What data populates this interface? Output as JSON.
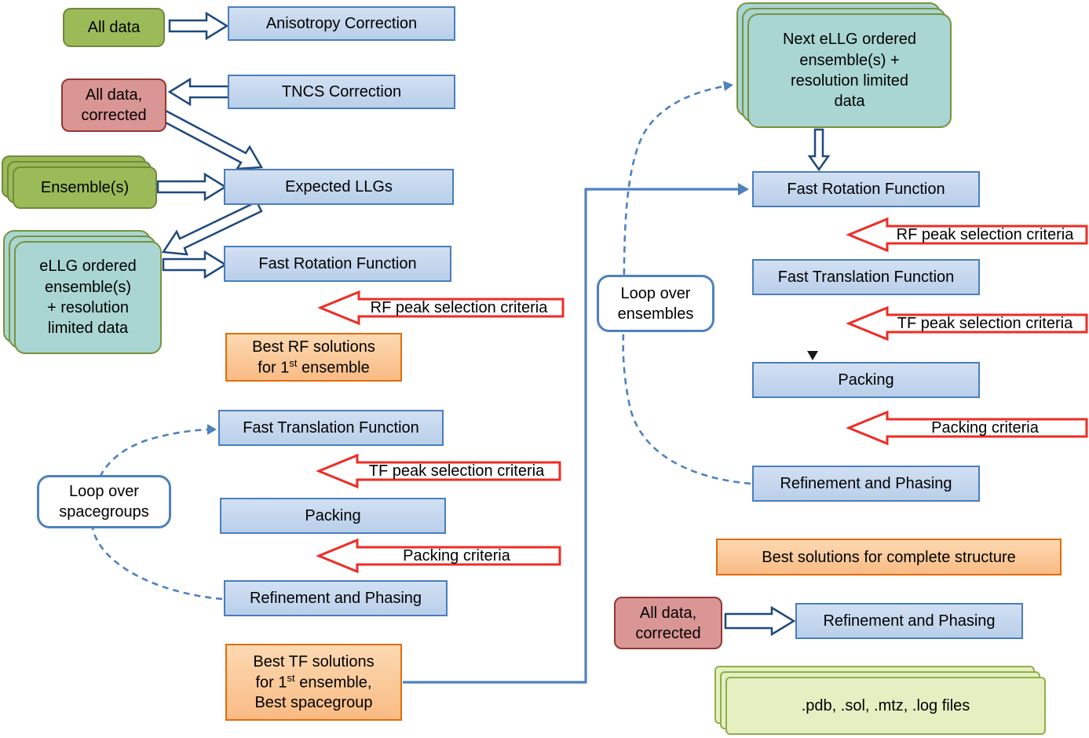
{
  "colors": {
    "process_fill": "#bdd3ee",
    "process_border": "#4a7ebb",
    "data_green": "#9bbb59",
    "data_green_border": "#71893f",
    "data_pink": "#d99694",
    "ensemble_teal": "#a9d6d3",
    "result_orange": "#fac090",
    "result_orange_border": "#e36c0a",
    "criteria_red": "#ee2c24",
    "connector_blue": "#4f81bd",
    "block_arrow_border": "#1f497d",
    "file_green": "#e6efc2"
  },
  "left": {
    "all_data": "All data",
    "anisotropy_correction": "Anisotropy Correction",
    "tncs_correction": "TNCS Correction",
    "all_data_corrected_l1": "All data,",
    "all_data_corrected_l2": "corrected",
    "ensembles": "Ensemble(s)",
    "expected_llgs": "Expected LLGs",
    "ellg_l1": "eLLG ordered",
    "ellg_l2": "ensemble(s)",
    "ellg_l3": "+ resolution",
    "ellg_l4": "limited data",
    "fast_rotation": "Fast Rotation Function",
    "rf_criteria": "RF peak selection criteria",
    "best_rf_l1": "Best RF solutions",
    "best_rf_l2a": "for 1",
    "best_rf_sup": "st",
    "best_rf_l2b": " ensemble",
    "fast_translation": "Fast Translation Function",
    "tf_criteria": "TF peak selection criteria",
    "loop_l1": "Loop over",
    "loop_l2": "spacegroups",
    "packing": "Packing",
    "packing_criteria": "Packing criteria",
    "refinement": "Refinement and Phasing",
    "best_tf_l1": "Best TF solutions",
    "best_tf_l2a": "for 1",
    "best_tf_sup": "st",
    "best_tf_l2b": " ensemble,",
    "best_tf_l3": "Best spacegroup"
  },
  "right": {
    "next_ellg_l1": "Next eLLG ordered",
    "next_ellg_l2": "ensemble(s) +",
    "next_ellg_l3": "resolution limited",
    "next_ellg_l4": "data",
    "fast_rotation": "Fast Rotation Function",
    "rf_criteria": "RF peak selection criteria",
    "fast_translation": "Fast Translation Function",
    "tf_criteria": "TF peak selection criteria",
    "loop_l1": "Loop over",
    "loop_l2": "ensembles",
    "packing": "Packing",
    "packing_criteria": "Packing criteria",
    "refinement": "Refinement and Phasing",
    "best_solutions": "Best solutions for complete structure",
    "all_data_corrected_l1": "All data,",
    "all_data_corrected_l2": "corrected",
    "refinement_final": "Refinement and Phasing",
    "files": ".pdb, .sol, .mtz, .log files"
  }
}
